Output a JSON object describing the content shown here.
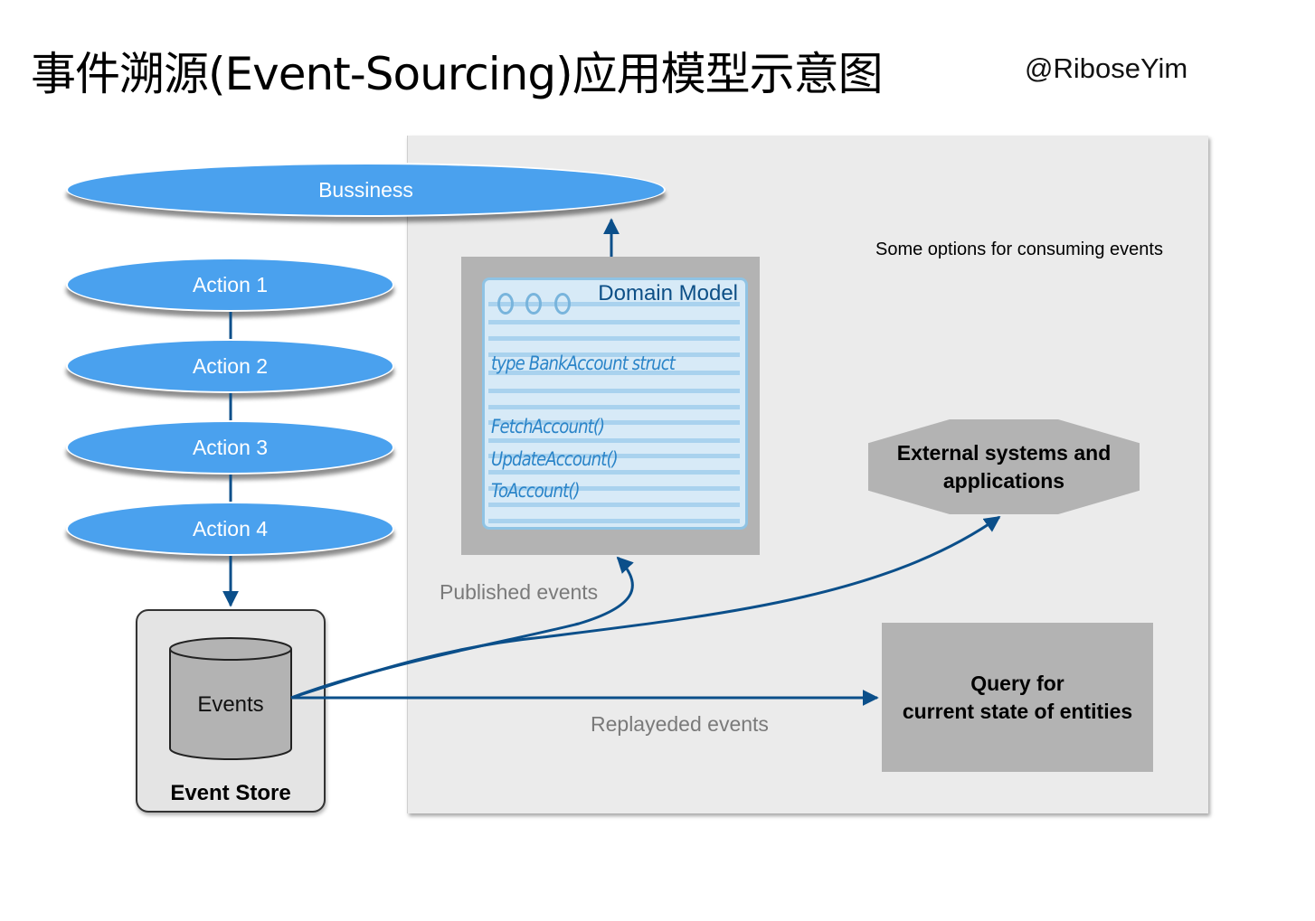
{
  "title": "事件溯源(Event-Sourcing)应用模型示意图",
  "author": "@RiboseYim",
  "colors": {
    "pill_fill": "#4aa1ee",
    "arrow": "#0b4f8a",
    "panel": "#ebebeb",
    "box_gray": "#b3b3b3",
    "domain_card": "#d7eaf7",
    "domain_text": "#0d4f86",
    "code_text": "#2a84c8",
    "edge_label": "#7a7a7a"
  },
  "business": {
    "label": "Bussiness"
  },
  "actions": [
    {
      "label": "Action 1"
    },
    {
      "label": "Action 2"
    },
    {
      "label": "Action 3"
    },
    {
      "label": "Action 4"
    }
  ],
  "event_store": {
    "label": "Event Store",
    "db_label": "Events"
  },
  "panel": {
    "caption": "Some options for consuming events"
  },
  "domain_model": {
    "title": "Domain Model",
    "struct_line": "type BankAccount struct",
    "methods": [
      "FetchAccount()",
      "UpdateAccount()",
      "ToAccount()"
    ]
  },
  "external": {
    "label": "External systems and applications"
  },
  "query": {
    "line1": "Query for",
    "line2": "current state of entities"
  },
  "edges": {
    "published": "Published events",
    "replayed": "Replayeded events"
  }
}
